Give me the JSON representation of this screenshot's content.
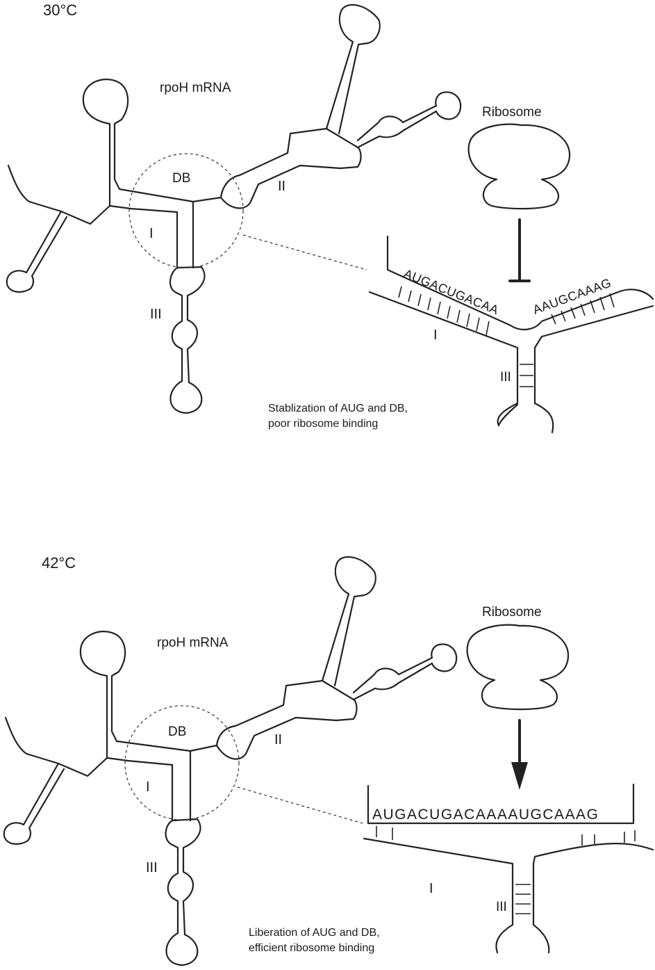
{
  "top": {
    "temperature": "30°C",
    "mrna_label": "rpoH mRNA",
    "ribosome_label": "Ribosome",
    "region_db": "DB",
    "region_i": "I",
    "region_ii": "II",
    "region_iii": "III",
    "zoom_i": "I",
    "zoom_iii": "III",
    "seq_left": "AUGACUGACAA",
    "seq_right": "AAUGCAAAG",
    "caption_line1": "Stablization of AUG and DB,",
    "caption_line2": "poor ribosome binding",
    "arrow_type": "inhibition"
  },
  "bottom": {
    "temperature": "42°C",
    "mrna_label": "rpoH mRNA",
    "ribosome_label": "Ribosome",
    "region_db": "DB",
    "region_i": "I",
    "region_ii": "II",
    "region_iii": "III",
    "zoom_i": "I",
    "zoom_iii": "III",
    "seq_full": "AUGACUGACAAAAUGCAAAG",
    "caption_line1": "Liberation of AUG and DB,",
    "caption_line2": "efficient ribosome binding",
    "arrow_type": "activation"
  }
}
